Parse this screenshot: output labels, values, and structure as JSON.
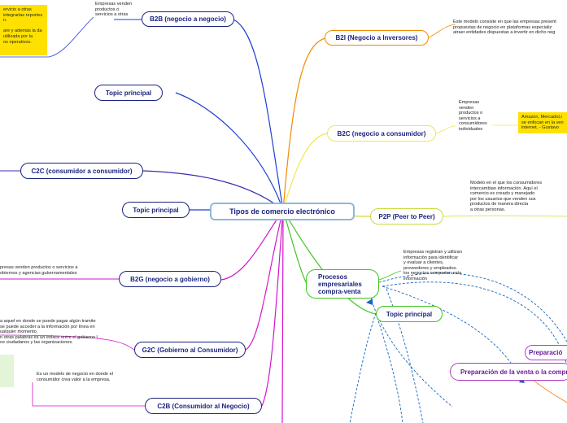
{
  "mindmap": {
    "central": "Tipos de comercio electrónico",
    "topics": {
      "b2b": "B2B (negocio a negocio)",
      "topic1": "Topic principal",
      "c2c": "C2C (consumidor a consumidor)",
      "topic2": "Topic principal",
      "b2g": "B2G (negocio a gobierno)",
      "g2c": "G2C (Gobierno al Consumidor)",
      "c2b": "C2B (Consumidor al Negocio)",
      "b2i": "B2I (Negocio a Inversores)",
      "b2c": "B2C (negocio a consumidor)",
      "p2p": "P2P (Peer to Peer)",
      "procesos": "Procesos\nempresariales\ncompra-venta",
      "topic3": "Topic principal",
      "preparacion_a": "Preparació",
      "preparacion_b": "Preparación de la venta o la compr"
    },
    "texts": {
      "b2b": "Empresas venden\nproductos o\nservicios a otras",
      "b2i": "Este modelo consiste en que las empresas present\npropuestas de negocio en plataformas especializ\natraer entidades dispuestas a invertir en dicho neg",
      "b2c": "Empresas\nvenden\nproductos o\nservicios a\nconsumidores\nindividuales",
      "p2p": "Modelo en el que los consumidores\nintercambian información. Aquí el\ncomercio es creado y manejado\npor los usuarios que venden sus\nproductos de manera directa\na otras personas.",
      "procesos": "Empresas registran y utilizan\ninformación para identificar\ny evaluar a clientes,\nproveedores y empleados.\nlos negocios comparten esta\ninformación",
      "b2g": "presas venden productos o servicios a\nobiernos y agencias gubernamentales",
      "g2c": "a aquel en donde se puede pagar algún tramite\nse puede acceder a la información por línea en\nualquier momento.\nn otras palabras es un enlace entre el gobierno l\nos ciudadanos y las organizaciones.",
      "c2b": "Es un modelo de negocio en donde el\nconsumidor crea valor a la empresa."
    },
    "notes": {
      "b2b": "ervicio a otras\nintegrarlas reportes\nn.\n\nare y además la da\nutilizada por la\nos operativos.",
      "b2c": "Amazon, MercadoLi\nse enfocan en la ven\ninternet. - Gustavo"
    },
    "colors": {
      "b2b": "#1e3cd6",
      "c2c": "#3a2fb0",
      "b2i": "#f08a00",
      "b2c": "#f2e64a",
      "p2p": "#c9dc3c",
      "procesos": "#3ec51e",
      "magenta": "#d414cc",
      "dashed": "#1565c0",
      "prep_a": "#b03ec8",
      "prep_b": "#b03ec8",
      "orange_line": "#ef6c00"
    }
  }
}
